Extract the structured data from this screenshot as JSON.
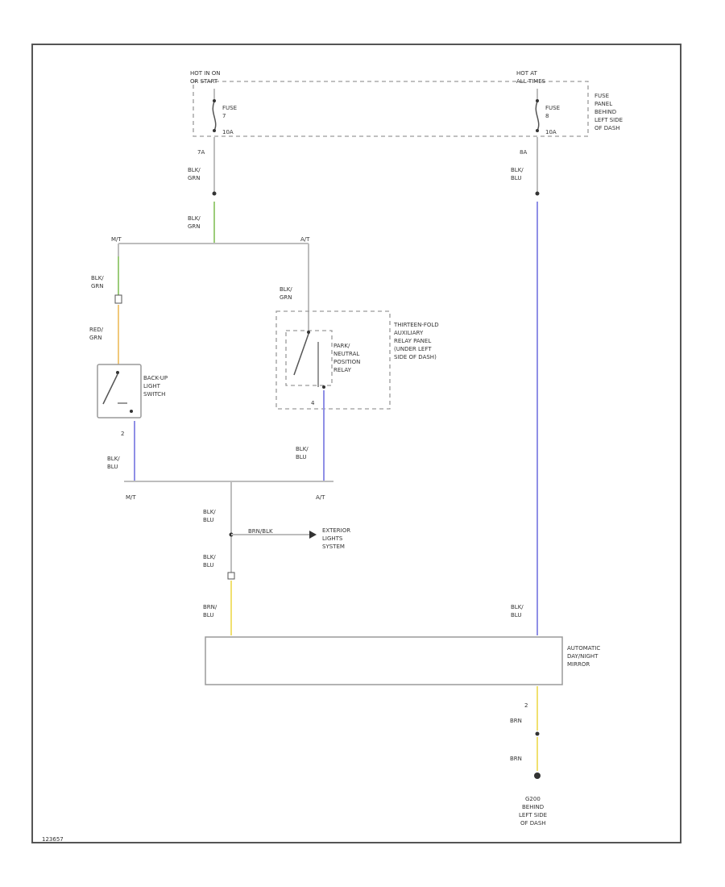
{
  "colors": {
    "green": "#9ccc7a",
    "orange": "#f0c87a",
    "blue": "#8f8fe6",
    "yellow": "#f0e070",
    "wire": "#bdbdbd"
  },
  "fuses": {
    "left_source": [
      "HOT IN ON",
      "OR START"
    ],
    "left_fuse": [
      "FUSE",
      "7",
      "10A"
    ],
    "right_source": [
      "HOT AT",
      "ALL TIMES"
    ],
    "right_fuse": [
      "FUSE",
      "8",
      "10A"
    ],
    "panel_note": [
      "FUSE",
      "PANEL",
      "BEHIND",
      "LEFT SIDE",
      "OF DASH"
    ]
  },
  "pins": {
    "left_fuse_out": "7A",
    "right_fuse_out": "8A",
    "backup_switch": "2",
    "relay_out": "4",
    "mirror_ground": "2"
  },
  "wires": {
    "blk_grn": [
      "BLK/",
      "GRN"
    ],
    "red_grn": [
      "RED/",
      "GRN"
    ],
    "blk_blu": [
      "BLK/",
      "BLU"
    ],
    "brn_blu": [
      "BRN/",
      "BLU"
    ],
    "brn": "BRN"
  },
  "branches": {
    "mt_top": "M/T",
    "at_top": "A/T",
    "mt_bottom": "M/T",
    "at_bottom": "A/T"
  },
  "components": {
    "backup_switch": [
      "BACK-UP",
      "LIGHT",
      "SWITCH"
    ],
    "relay_panel": [
      "THIRTEEN-FOLD",
      "AUXILIARY",
      "RELAY PANEL",
      "(UNDER LEFT",
      "SIDE OF DASH)"
    ],
    "park_relay": [
      "PARK/",
      "NEUTRAL",
      "POSITION",
      "RELAY"
    ],
    "exterior": [
      "EXTERIOR",
      "LIGHTS",
      "SYSTEM"
    ],
    "exterior_wire": "BRN/BLK",
    "mirror": [
      "AUTOMATIC",
      "DAY/NIGHT",
      "MIRROR"
    ],
    "ground": [
      "G200",
      "BEHIND",
      "LEFT SIDE",
      "OF DASH"
    ]
  },
  "footer": "123657"
}
